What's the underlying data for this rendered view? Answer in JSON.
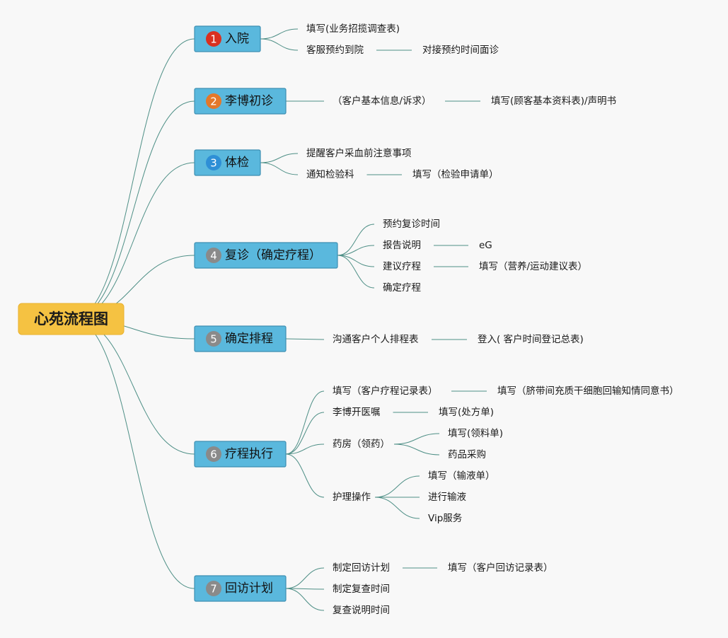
{
  "colors": {
    "root_fill": "#f5c242",
    "branch_fill": "#5ab8dd",
    "connector": "#4e8f86",
    "badges": [
      "#d93020",
      "#e4782a",
      "#2e8fd6",
      "#8a8a8a",
      "#8a8a8a",
      "#8a8a8a",
      "#8a8a8a"
    ]
  },
  "root": {
    "label": "心苑流程图"
  },
  "branches": [
    {
      "num": "1",
      "label": "入院",
      "children": [
        {
          "label": "填写(业务招揽调查表)"
        },
        {
          "label": "客服预约到院",
          "children": [
            {
              "label": "对接预约时间面诊"
            }
          ]
        }
      ]
    },
    {
      "num": "2",
      "label": "李博初诊",
      "children": [
        {
          "label": "（客户基本信息/诉求）",
          "children": [
            {
              "label": "填写(顾客基本资料表)/声明书"
            }
          ]
        }
      ]
    },
    {
      "num": "3",
      "label": "体检",
      "children": [
        {
          "label": "提醒客户采血前注意事项"
        },
        {
          "label": "通知检验科",
          "children": [
            {
              "label": "填写（检验申请单）"
            }
          ]
        }
      ]
    },
    {
      "num": "4",
      "label": "复诊（确定疗程）",
      "children": [
        {
          "label": "预约复诊时间"
        },
        {
          "label": "报告说明",
          "children": [
            {
              "label": "eG"
            }
          ]
        },
        {
          "label": "建议疗程",
          "children": [
            {
              "label": "填写（营养/运动建议表）"
            }
          ]
        },
        {
          "label": "确定疗程"
        }
      ]
    },
    {
      "num": "5",
      "label": "确定排程",
      "children": [
        {
          "label": "沟通客户个人排程表",
          "children": [
            {
              "label": "登入( 客户时间登记总表)"
            }
          ]
        }
      ]
    },
    {
      "num": "6",
      "label": "疗程执行",
      "children": [
        {
          "label": "填写（客户疗程记录表）",
          "children": [
            {
              "label": "填写（脐带间充质干细胞回输知情同意书）"
            }
          ]
        },
        {
          "label": "李博开医嘱",
          "children": [
            {
              "label": "填写(处方单)"
            }
          ]
        },
        {
          "label": "药房（领药）",
          "children": [
            {
              "label": "填写(领料单)"
            },
            {
              "label": "药品采购"
            }
          ]
        },
        {
          "label": "护理操作",
          "children": [
            {
              "label": "填写（输液单）"
            },
            {
              "label": "进行输液"
            },
            {
              "label": "Vip服务"
            }
          ]
        }
      ]
    },
    {
      "num": "7",
      "label": "回访计划",
      "children": [
        {
          "label": "制定回访计划",
          "children": [
            {
              "label": "填写（客户回访记录表）"
            }
          ]
        },
        {
          "label": "制定复查时间"
        },
        {
          "label": "复查说明时间"
        }
      ]
    }
  ]
}
